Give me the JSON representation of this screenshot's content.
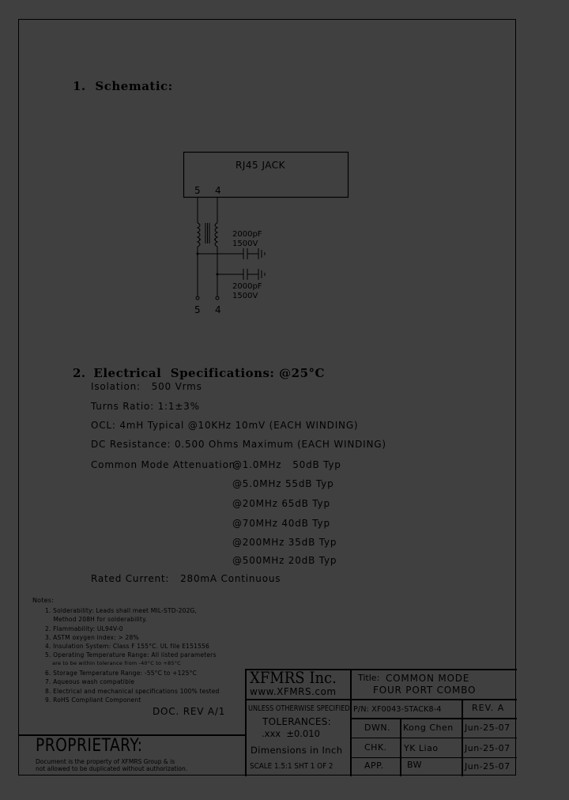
{
  "document": {
    "section1": {
      "number": "1.",
      "title": "Schematic:"
    },
    "schematic": {
      "connector_label": "RJ45 JACK",
      "top_pins": [
        "5",
        "4"
      ],
      "bottom_pins": [
        "5",
        "4"
      ],
      "capacitor1": {
        "value": "2000pF",
        "voltage": "1500V"
      },
      "capacitor2": {
        "value": "2000pF",
        "voltage": "1500V"
      }
    },
    "section2": {
      "number": "2.",
      "title": "Electrical  Specifications: @25°C"
    },
    "specs": {
      "isolation": "Isolation:   500 Vrms",
      "turns_ratio": "Turns Ratio: 1:1±3%",
      "ocl": "OCL: 4mH Typical @10KHz 10mV (EACH WINDING)",
      "dc_resistance": "DC Resistance: 0.500 Ohms Maximum (EACH WINDING)",
      "cm_attenuation_label": "Common Mode Attenuation:",
      "cm_attenuation": [
        "@1.0MHz   50dB Typ",
        "@5.0MHz 55dB Typ",
        "@20MHz 65dB Typ",
        "@70MHz 40dB Typ",
        "@200MHz 35dB Typ",
        "@500MHz 20dB Typ"
      ],
      "rated_current": "Rated Current:   280mA Continuous"
    },
    "notes": {
      "heading": "Notes:",
      "items": [
        "1. Solderability: Leads shall meet MIL-STD-202G,",
        "    Method 208H for solderability.",
        "2. Flammability: UL94V-0",
        "3. ASTM oxygen index: > 28%",
        "4. Insulation System: Class F 155°C. UL file E151556",
        "5. Operating Temperature Range: All listed parameters",
        "    are to be within tolerance from -40°C to +85°C",
        "6. Storage Temperature Range: -55°C to +125°C",
        "7. Aqueous wash compatible",
        "8. Electrical and mechanical specifications 100% tested",
        "9. RoHS Compliant Component"
      ]
    },
    "doc_rev": "DOC. REV A/1",
    "proprietary": {
      "title": "PROPRIETARY:",
      "line1": "Document is the property of XFMRS Group & is",
      "line2": "not allowed to be duplicated without authorization."
    },
    "title_block": {
      "company": "XFMRS Inc.",
      "website": "www.XFMRS.com",
      "title_label": "Title:",
      "title_line1": "COMMON MODE",
      "title_line2": "FOUR PORT COMBO",
      "unless": "UNLESS OTHERWISE SPECIFIED",
      "part_number": "P/N: XF0043-STACK8-4",
      "rev": "REV. A",
      "tolerances": "TOLERANCES:",
      "tolerance_value": ".xxx  ±0.010",
      "dimensions": "Dimensions in Inch",
      "scale": "SCALE 1.5:1 SHT 1 OF 2",
      "rows": [
        {
          "role": "DWN.",
          "name": "Kong Chen",
          "date": "Jun-25-07"
        },
        {
          "role": "CHK.",
          "name": "YK Liao",
          "date": "Jun-25-07"
        },
        {
          "role": "APP.",
          "name": " BW",
          "date": "Jun-25-07"
        }
      ]
    }
  }
}
